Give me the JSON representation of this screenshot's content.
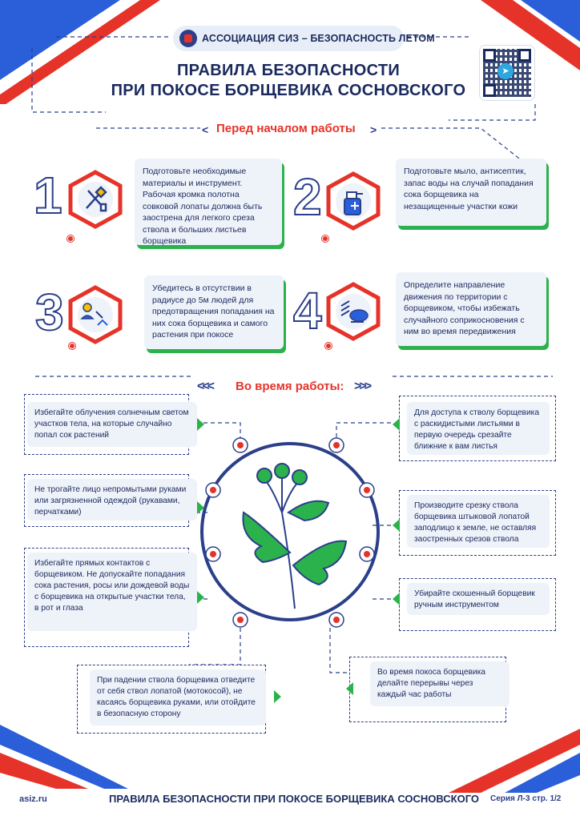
{
  "header": {
    "org_name": "АССОЦИАЦИЯ СИЗ – БЕЗОПАСНОСТЬ ЛЕТОМ",
    "title_line1": "ПРАВИЛА БЕЗОПАСНОСТИ",
    "title_line2": "ПРИ ПОКОСЕ БОРЩЕВИКА СОСНОВСКОГО",
    "qr_icon": "qr-code-telegram"
  },
  "before_work": {
    "heading": "Перед началом работы",
    "steps": [
      {
        "number": "1",
        "icon": "tools-icon",
        "text": "Подготовьте необходимые материалы и инструмент. Рабочая кромка полотна совковой лопаты должна быть заострена для легкого среза ствола и больших листьев борщевика"
      },
      {
        "number": "2",
        "icon": "antiseptic-spray-icon",
        "text": "Подготовьте мыло, антисептик, запас воды на случай попадания сока борщевика на незащищенные участки кожи"
      },
      {
        "number": "3",
        "icon": "people-distance-icon",
        "text": "Убедитесь в отсутствии в радиусе до 5м людей для предотвращения попадания на них сока борщевика и самого растения при покосе"
      },
      {
        "number": "4",
        "icon": "wind-direction-icon",
        "text": "Определите направление движения по территории с борщевиком, чтобы избежать случайного соприкосновения с ним во время передвижения"
      }
    ]
  },
  "during_work": {
    "heading": "Во время работы:",
    "left": [
      "Избегайте облучения солнечным светом участков тела, на которые случайно попал сок растений",
      "Не трогайте лицо непромытыми руками или загрязненной одеждой (рукавами, перчатками)",
      "Избегайте прямых контактов с борщевиком. Не допускайте попадания сока растения, росы или дождевой воды с борщевика на открытые участки тела, в рот и глаза",
      "При падении ствола борщевика отведите от себя ствол лопатой (мотокосой), не касаясь борщевика руками, или отойдите в безопасную сторону"
    ],
    "right": [
      "Для доступа к стволу борщевика с раскидистыми листьями в первую очередь срезайте ближние к вам листья",
      "Производите срезку ствола борщевика штыковой лопатой заподлицо к земле, не оставляя заостренных срезов ствола",
      "Убирайте скошенный борщевик ручным инструментом",
      "Во время покоса борщевика делайте перерывы через каждый час работы"
    ],
    "center_icon": "hogweed-plant-icon"
  },
  "footer": {
    "site": "asiz.ru",
    "title": "ПРАВИЛА БЕЗОПАСНОСТИ ПРИ ПОКОСЕ БОРЩЕВИКА СОСНОВСКОГО",
    "series": "Серия Л-3 стр. 1/2"
  },
  "colors": {
    "navy": "#1a2a5e",
    "red": "#e63329",
    "green": "#2bb24c",
    "light": "#eef2f9"
  }
}
